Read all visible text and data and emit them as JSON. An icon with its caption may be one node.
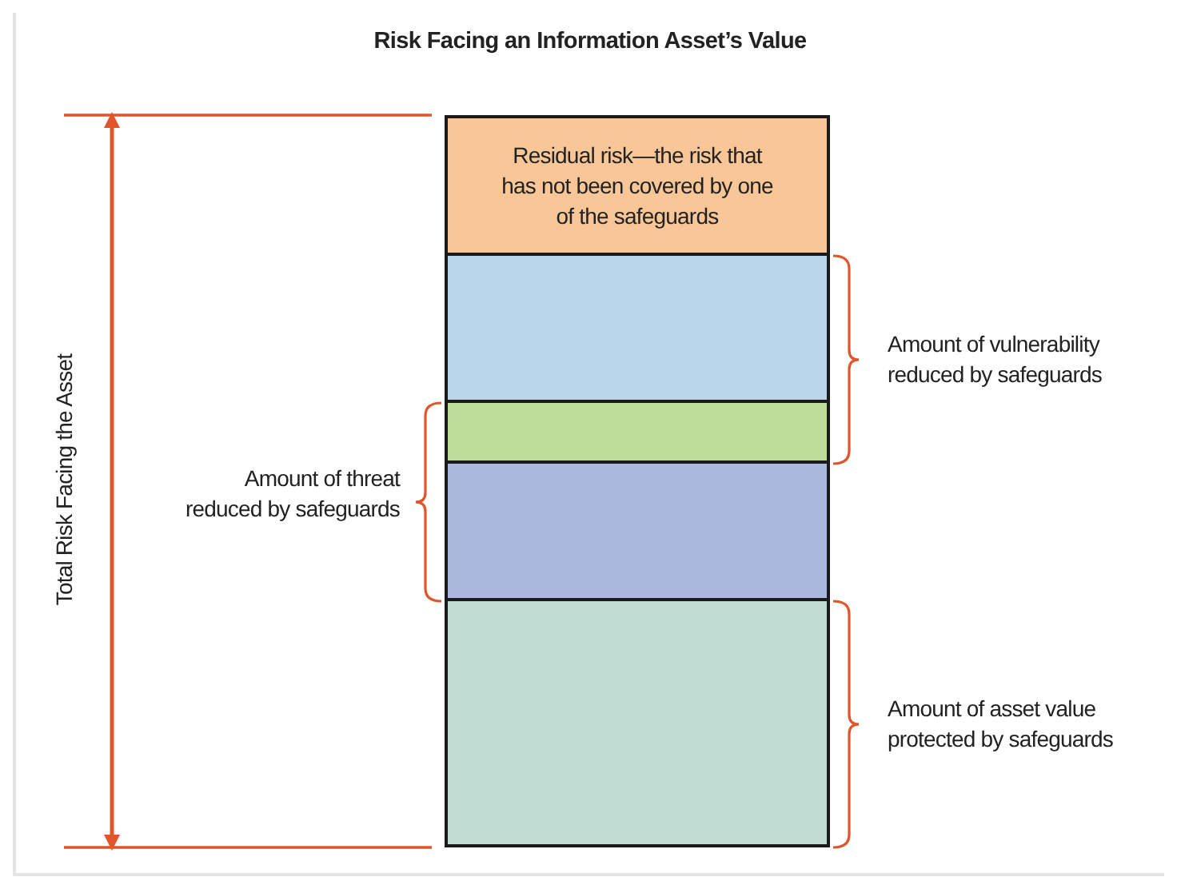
{
  "diagram": {
    "title": "Risk Facing an Information Asset’s Value",
    "nodes": [
      {
        "text": [
          "Residual risk—the risk that has not been covered by one of the safeguards"
        ]
      },
      {
        "text": [],
        "shape": "box"
      },
      {
        "text": [],
        "shape": "box"
      },
      {
        "text": [],
        "shape": "box"
      },
      {
        "text": [],
        "shape": "box"
      }
    ],
    "labels": [
      "Total Risk Facing the Asset",
      "Amount of vulnerability reduced by safeguards",
      "Amount of threat reduced by safeguards",
      "Amount of asset value protected by safeguards"
    ]
  }
}
